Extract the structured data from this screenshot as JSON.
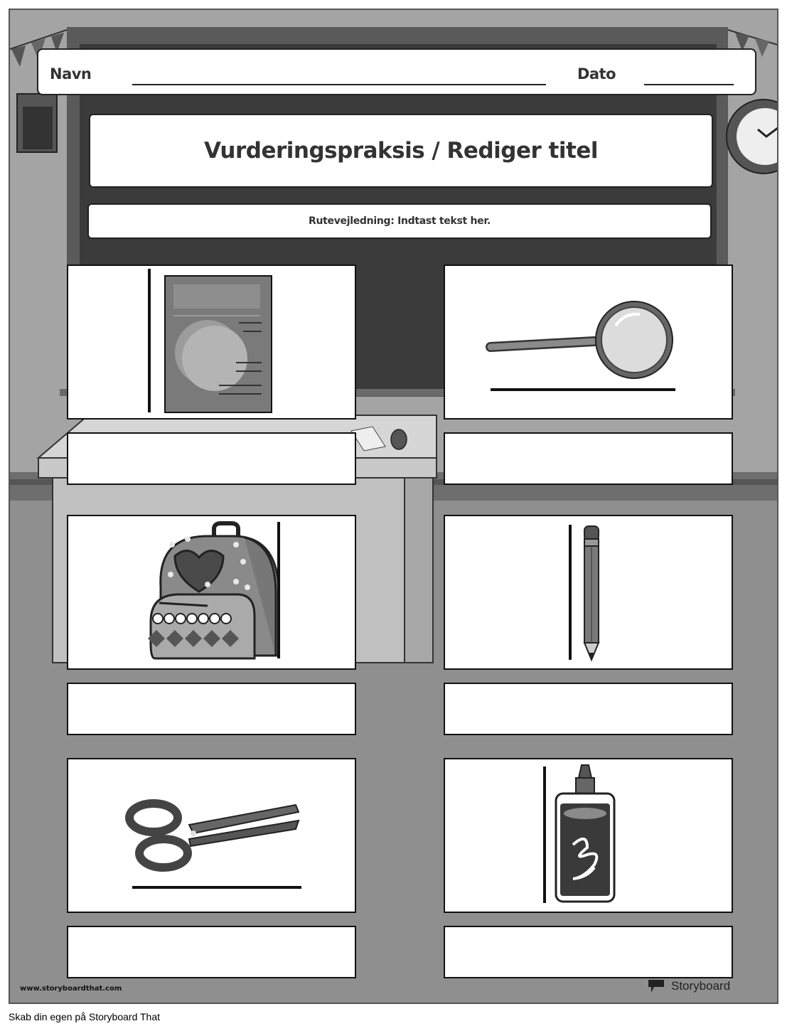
{
  "header": {
    "name_label": "Navn",
    "date_label": "Dato"
  },
  "title": "Vurderingspraksis / Rediger titel",
  "instructions": "Rutevejledning: Indtast tekst her.",
  "cards": [
    {
      "icon": "book-icon"
    },
    {
      "icon": "magnifying-glass-icon"
    },
    {
      "icon": "backpack-icon"
    },
    {
      "icon": "pencil-icon"
    },
    {
      "icon": "scissors-icon"
    },
    {
      "icon": "glue-bottle-icon"
    }
  ],
  "watermark_url": "www.storyboardthat.com",
  "brand": "Storyboard",
  "footer": "Skab din egen på Storyboard That",
  "colors": {
    "background": "#9a9a9a",
    "chalkboard": "#3c3c3c",
    "ink": "#222222"
  }
}
